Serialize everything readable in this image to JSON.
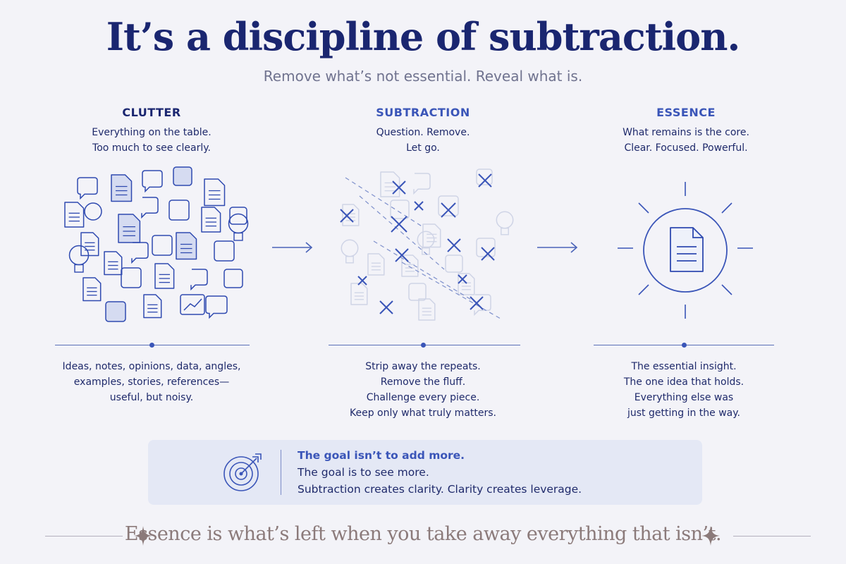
{
  "title": "It’s a discipline of subtraction.",
  "subtitle": "Remove what’s not essential. Reveal what is.",
  "columns": [
    {
      "heading": "CLUTTER",
      "sub": [
        "Everything on the table.",
        "Too much to see clearly."
      ],
      "desc": [
        "Ideas, notes, opinions, data, angles,",
        "examples, stories, references—",
        "useful, but noisy."
      ]
    },
    {
      "heading": "SUBTRACTION",
      "sub": [
        "Question. Remove.",
        "Let go."
      ],
      "desc": [
        "Strip away the repeats.",
        "Remove the fluff.",
        "Challenge every piece.",
        "Keep only what truly matters."
      ]
    },
    {
      "heading": "ESSENCE",
      "sub": [
        "What remains is the core.",
        "Clear. Focused. Powerful."
      ],
      "desc": [
        "The essential insight.",
        "The one idea that holds.",
        "Everything else was",
        "just getting in the way."
      ]
    }
  ],
  "goal": {
    "line1": "The goal isn’t to add more.",
    "line2": "The goal is to see more.",
    "line3": "Subtraction creates clarity. Clarity creates leverage."
  },
  "footer": "Essence is what’s left when you take away everything that isn’t.",
  "icons": [
    "document-icon",
    "speech-bubble-icon",
    "lightbulb-icon",
    "chart-icon",
    "cross-out-icon",
    "target-icon",
    "sparkle-icon",
    "arrow-right-icon"
  ],
  "colors": {
    "primary": "#1a2670",
    "accent": "#3a55b8",
    "muted": "#70738f",
    "footer": "#8b7a7a",
    "panel": "#e4e8f5"
  }
}
